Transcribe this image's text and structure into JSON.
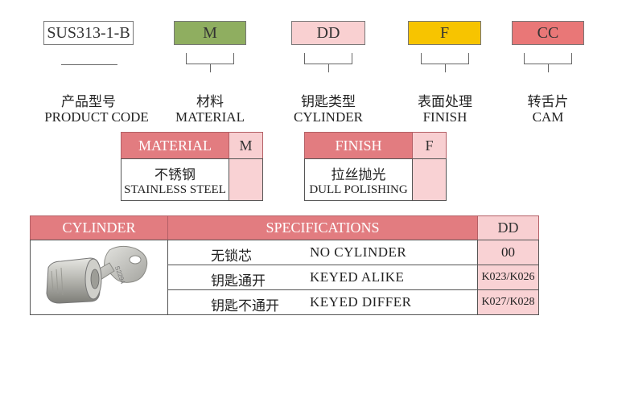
{
  "codes": {
    "product": {
      "value": "SUS313-1-B",
      "cn": "产品型号",
      "en": "PRODUCT CODE"
    },
    "material": {
      "value": "M",
      "cn": "材料",
      "en": "MATERIAL",
      "color": "#8fae60"
    },
    "cylinder": {
      "value": "DD",
      "cn": "钥匙类型",
      "en": "CYLINDER",
      "color": "#f9d0d1"
    },
    "finish": {
      "value": "F",
      "cn": "表面处理",
      "en": "FINISH",
      "color": "#f7c400"
    },
    "cam": {
      "value": "CC",
      "cn": "转舌片",
      "en": "CAM",
      "color": "#e97777"
    }
  },
  "material_table": {
    "header": "MATERIAL",
    "code": "M",
    "row_cn": "不锈钢",
    "row_en": "STAINLESS STEEL"
  },
  "finish_table": {
    "header": "FINISH",
    "code": "F",
    "row_cn": "拉丝抛光",
    "row_en": "DULL POLISHING"
  },
  "spec_table": {
    "headers": {
      "cylinder": "CYLINDER",
      "specs": "SPECIFICATIONS",
      "code": "DD"
    },
    "rows": [
      {
        "cn": "无锁芯",
        "en": "NO CYLINDER",
        "code": "00"
      },
      {
        "cn": "钥匙通开",
        "en": "KEYED ALIKE",
        "code": "K023/K026"
      },
      {
        "cn": "钥匙不通开",
        "en": "KEYED DIFFER",
        "code": "K027/K028"
      }
    ],
    "key_engraving": "S2294"
  }
}
